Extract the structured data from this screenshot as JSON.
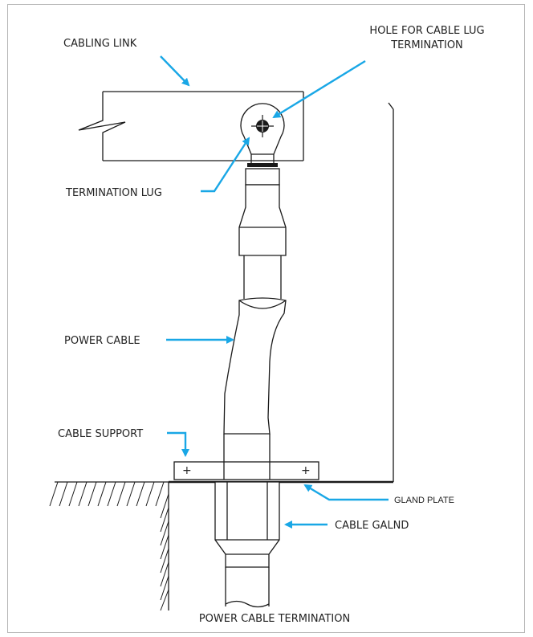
{
  "labels": {
    "cabling_link": "CABLING LINK",
    "hole_line1": "HOLE FOR CABLE LUG",
    "hole_line2": "TERMINATION",
    "termination_lug": "TERMINATION LUG",
    "power_cable": "POWER CABLE",
    "cable_support": "CABLE SUPPORT",
    "gland_plate": "GLAND PLATE",
    "cable_gland": "CABLE GALND",
    "caption": "POWER CABLE TERMINATION"
  },
  "colors": {
    "arrow": "#19a7e6",
    "line": "#1a1a1a",
    "frame": "#b5b5b5"
  }
}
